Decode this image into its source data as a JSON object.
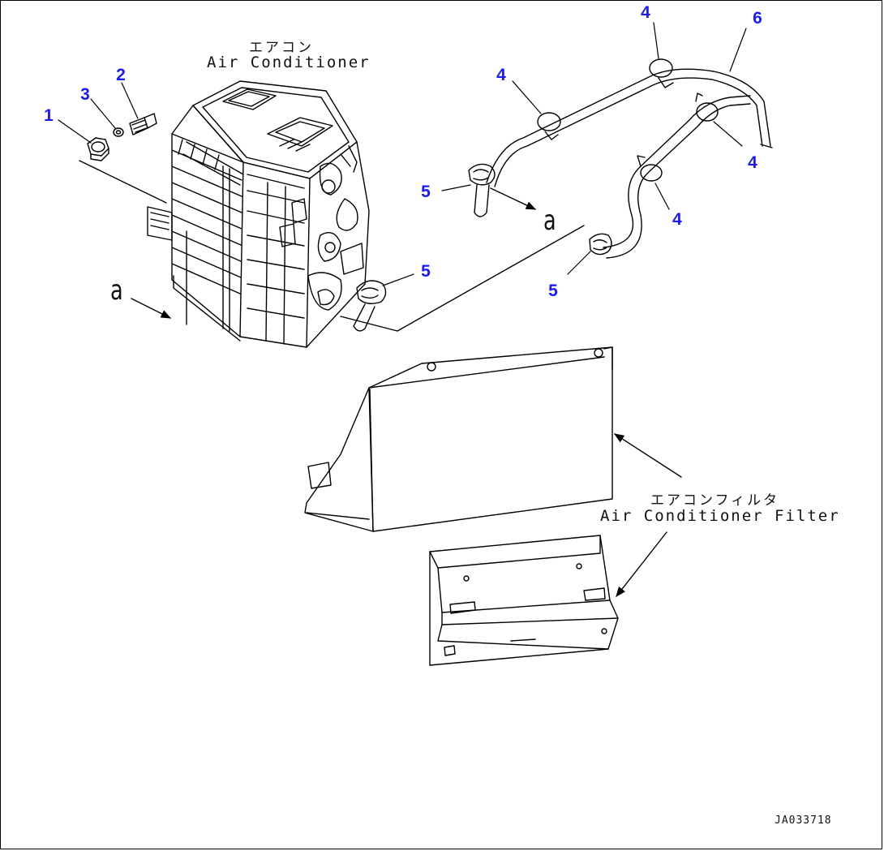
{
  "diagram": {
    "accent_color": "#1a1aff",
    "labels": {
      "air_conditioner_jp": "エアコン",
      "air_conditioner_en": "Air Conditioner",
      "filter_jp": "エアコンフィルタ",
      "filter_en": "Air Conditioner Filter",
      "view_a_left": "a",
      "view_a_right": "a",
      "drawing_code": "JA033718"
    },
    "callouts": [
      "1",
      "2",
      "3",
      "4",
      "4",
      "4",
      "4",
      "5",
      "5",
      "5",
      "6"
    ]
  }
}
